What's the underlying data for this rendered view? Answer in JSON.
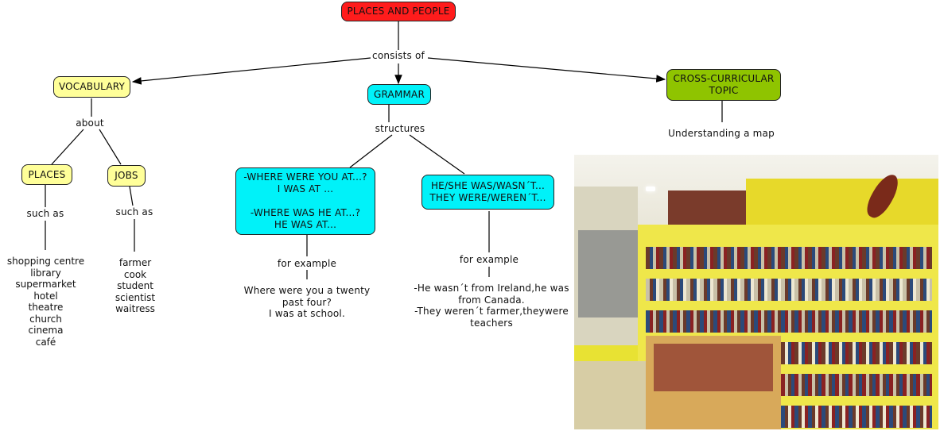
{
  "root": {
    "label": "PLACES AND PEOPLE"
  },
  "links": {
    "consists_of": "consists of",
    "about": "about",
    "structures": "structures",
    "such_as_places": "such as",
    "such_as_jobs": "such as",
    "for_example_1": "for example",
    "for_example_2": "for example"
  },
  "nodes": {
    "vocabulary": "VOCABULARY",
    "grammar": "GRAMMAR",
    "cross_curricular": "CROSS-CURRICULAR\nTOPIC",
    "places": "PLACES",
    "jobs": "JOBS",
    "where_were_you": "-WHERE WERE YOU AT...?\nI WAS AT ...\n\n-WHERE WAS HE AT...?\nHE WAS AT...",
    "he_she_was": "HE/SHE WAS/WASN´T...\nTHEY WERE/WEREN´T..."
  },
  "understanding_map": "Understanding a map",
  "places_list": [
    "shopping centre",
    "library",
    "supermarket",
    "hotel",
    "theatre",
    "church",
    "cinema",
    "café"
  ],
  "jobs_list": [
    "farmer",
    "cook",
    "student",
    "scientist",
    "waitress"
  ],
  "example_1": "Where were you a twenty\npast four?\nI was at school.",
  "example_2": "-He wasn´t from Ireland,he was\nfrom Canada.\n-They weren´t farmer,theywere\nteachers",
  "colors": {
    "root": "#ff1c1c",
    "vocabulary_nodes": "#ffff99",
    "grammar_nodes": "#00f2f9",
    "cross_curricular": "#8fc400"
  },
  "photo": {
    "subject": "bookshop interior with yellow bookshelves"
  }
}
